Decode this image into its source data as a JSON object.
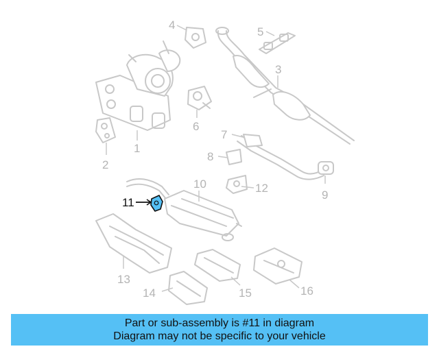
{
  "diagram": {
    "highlight_color": "#55c0f5",
    "labels": {
      "l1": "1",
      "l2": "2",
      "l3": "3",
      "l4": "4",
      "l5": "5",
      "l6": "6",
      "l7": "7",
      "l8": "8",
      "l9": "9",
      "l10": "10",
      "l11": "11",
      "l12": "12",
      "l13": "13",
      "l14": "14",
      "l15": "15",
      "l16": "16"
    }
  },
  "caption": {
    "line1": "Part or sub-assembly is #11 in diagram",
    "line2": "Diagram may not be specific to your vehicle"
  }
}
